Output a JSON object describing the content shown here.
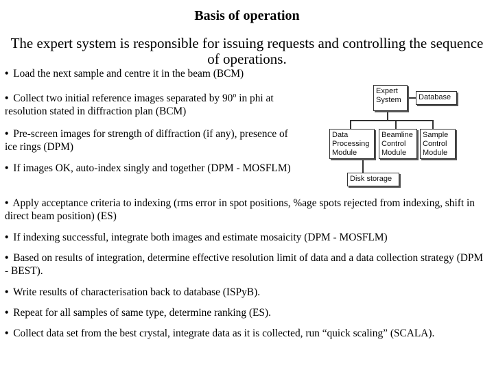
{
  "title": "Basis of operation",
  "subtitle": "The expert system is responsible for issuing requests and controlling the sequence of operations.",
  "bullets": [
    {
      "text": "Load the next sample and centre it in the beam (BCM)"
    },
    {
      "pre": "Collect two initial reference images separated by 90",
      "sup": "o",
      "post": " in phi at resolution stated in diffraction plan (BCM)"
    },
    {
      "text": "Pre-screen images for strength of diffraction (if any), presence of ice rings (DPM)"
    },
    {
      "text": "If images OK, auto-index singly and together (DPM - MOSFLM)"
    },
    {
      "text": "Apply acceptance criteria to indexing (rms error in spot positions, %age spots rejected from indexing, shift in direct beam position) (ES)"
    },
    {
      "text": "If indexing successful, integrate both images and estimate mosaicity (DPM - MOSFLM)"
    },
    {
      "text": "Based on results of integration, determine effective resolution limit of data and a data collection strategy (DPM - BEST)."
    },
    {
      "text": "Write results of characterisation back to database (ISPyB)."
    },
    {
      "text": "Repeat for all samples of same type, determine ranking (ES)."
    },
    {
      "text": "Collect data set from the best crystal, integrate data as it is collected, run “quick scaling” (SCALA)."
    }
  ],
  "bullet_symbol": "•",
  "diagram": {
    "expert_system": "Expert System",
    "database": "Database",
    "data_processing": "Data Processing Module",
    "beamline_control": "Beamline Control Module",
    "sample_control": "Sample Control Module",
    "disk_storage": "Disk storage"
  }
}
